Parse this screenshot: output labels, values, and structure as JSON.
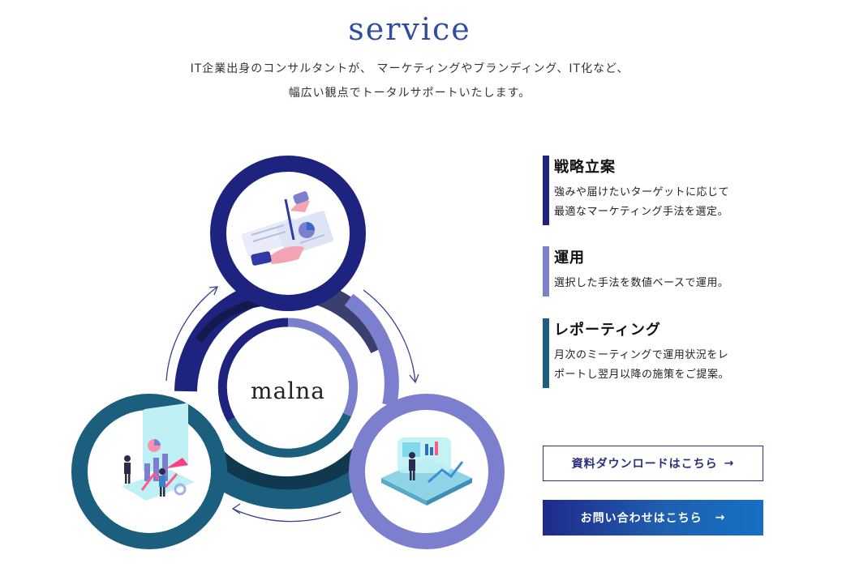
{
  "header": {
    "title": "service",
    "intro_line1": "IT企業出身のコンサルタントが、 マーケティングやブランディング、IT化など、",
    "intro_line2": "幅広い観点でトータルサポートいたします。"
  },
  "diagram": {
    "logo": "malna",
    "colors": {
      "navy": "#1e2380",
      "lavender": "#7b7fcd",
      "teal": "#1b5e7d",
      "dark_navy": "#141a4d",
      "dark_teal": "#10384e",
      "slate": "#3b3f6e"
    }
  },
  "services": [
    {
      "title": "戦略立案",
      "desc": "強みや届けたいターゲットに応じて\n最適なマーケティング手法を選定。",
      "color": "#1e2380"
    },
    {
      "title": "運用",
      "desc": "選択した手法を数値ベースで運用。",
      "color": "#7b7fcd"
    },
    {
      "title": "レポーティング",
      "desc": "月次のミーティングで運用状況をレ\nポートし翌月以降の施策をご提案。",
      "color": "#1b5e7d"
    }
  ],
  "buttons": {
    "download_label": "資料ダウンロードはこちら",
    "contact_label": "お問い合わせはこちら",
    "arrow": "→"
  }
}
